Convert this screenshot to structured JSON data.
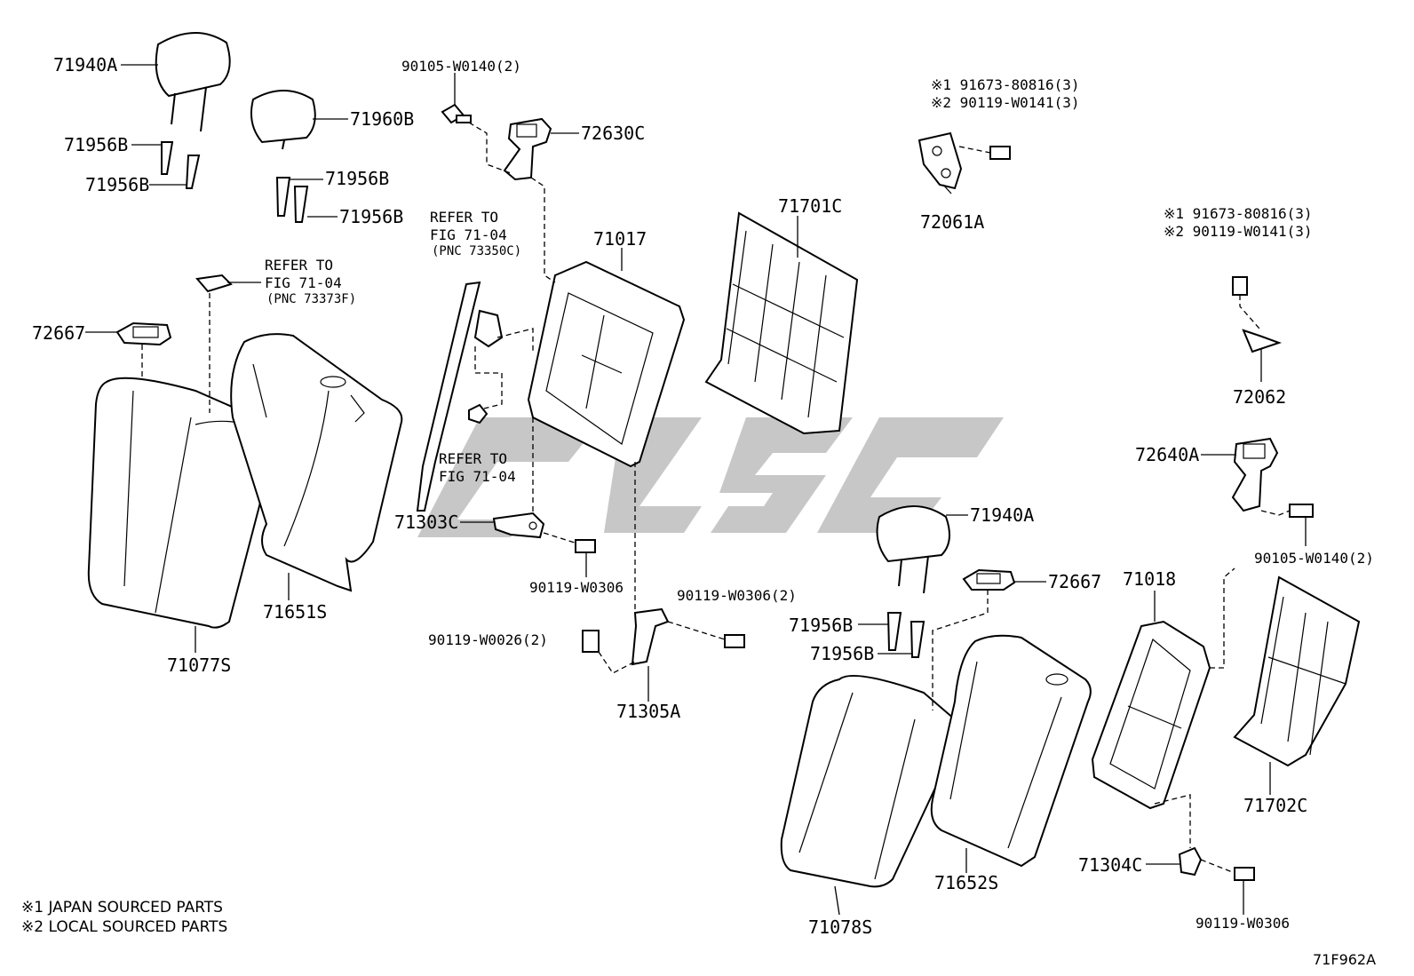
{
  "callouts": {
    "p71940A_top": "71940A",
    "p71956B_1": "71956B",
    "p71956B_2": "71956B",
    "p71960B": "71960B",
    "p71956B_3": "71956B",
    "p71956B_4": "71956B",
    "p90105_top": "90105-W0140(2)",
    "p72630C": "72630C",
    "p91673_1": "※1 91673-80816(3)",
    "p90119_1": "※2 90119-W0141(3)",
    "p72061A": "72061A",
    "p71701C": "71701C",
    "p71017": "71017",
    "p91673_2": "※1 91673-80816(3)",
    "p90119_2": "※2 90119-W0141(3)",
    "p72062": "72062",
    "p72667_left": "72667",
    "p71303C": "71303C",
    "p90119_W0306_a": "90119-W0306",
    "p90119_W0306_2": "90119-W0306(2)",
    "p90119_W0026": "90119-W0026(2)",
    "p71305A": "71305A",
    "p71651S": "71651S",
    "p71077S": "71077S",
    "p72640A": "72640A",
    "p90105_right": "90105-W0140(2)",
    "p71940A_right": "71940A",
    "p72667_right": "72667",
    "p71956B_5": "71956B",
    "p71956B_6": "71956B",
    "p71018": "71018",
    "p71702C": "71702C",
    "p71304C": "71304C",
    "p90119_W0306_b": "90119-W0306",
    "p71652S": "71652S",
    "p71078S": "71078S"
  },
  "references": {
    "ref1": [
      "REFER TO",
      "FIG 71-04",
      "(PNC 73373F)"
    ],
    "ref2": [
      "REFER TO",
      "FIG 71-04",
      "(PNC 73350C)"
    ],
    "ref3": [
      "REFER TO",
      "FIG 71-04"
    ]
  },
  "footnotes": {
    "note1": "※1 JAPAN SOURCED PARTS",
    "note2": "※2 LOCAL SOURCED PARTS"
  },
  "figure_code": "71F962A",
  "colors": {
    "ink": "#000000",
    "watermark": "#bdbdbd",
    "background": "#ffffff"
  }
}
